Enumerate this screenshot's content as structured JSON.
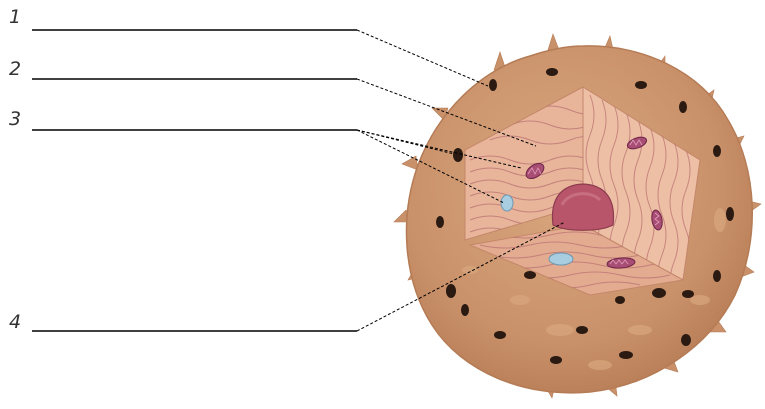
{
  "labels": [
    {
      "number": "1"
    },
    {
      "number": "2"
    },
    {
      "number": "3"
    },
    {
      "number": "4"
    }
  ],
  "colors": {
    "cell_body": "#c9916a",
    "cell_shadow": "#b57b55",
    "cut_face": "#e8b59b",
    "organelle_lines": "#b87272",
    "nucleus": "#b8556a",
    "vacuole": "#a9cde0",
    "mitochondria": "#a84d73",
    "pits": "#2a1a12",
    "leader_line": "#000000"
  }
}
